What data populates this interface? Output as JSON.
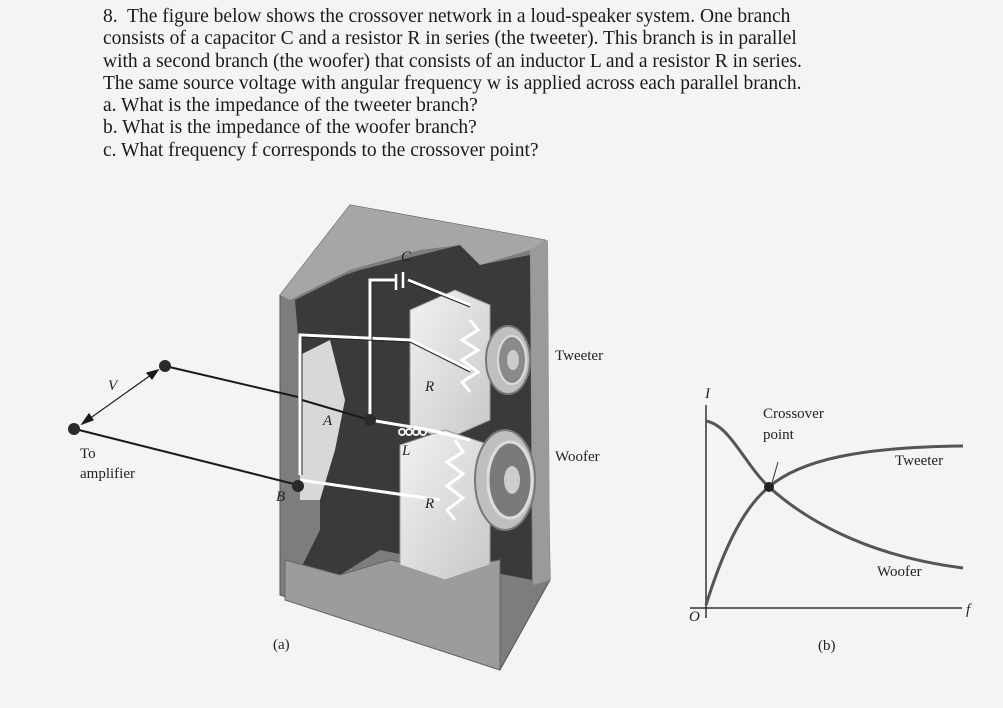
{
  "problem": {
    "number": "8.",
    "lines": [
      "The figure below shows the crossover network in a loud-speaker system.  One branch",
      "consists of a capacitor C and a resistor R in series (the tweeter).  This branch is in parallel",
      "with a second branch (the woofer) that consists of an inductor L and a resistor R in series.",
      "The same source voltage with angular frequency w is applied across each parallel branch."
    ],
    "questions": [
      "a.  What is the impedance of the tweeter branch?",
      "b. What is the impedance of the woofer branch?",
      "c.  What frequency f corresponds to the crossover point?"
    ]
  },
  "figure_a": {
    "caption": "(a)",
    "labels": {
      "voltage": "V",
      "to": "To",
      "amplifier": "amplifier",
      "node_a": "A",
      "node_b": "B",
      "capacitor": "C",
      "resistor_top": "R",
      "inductor": "L",
      "resistor_bottom": "R",
      "tweeter": "Tweeter",
      "woofer": "Woofer"
    }
  },
  "figure_b": {
    "caption": "(b)",
    "y_axis": "I",
    "x_axis": "f",
    "origin": "O",
    "annotation_line1": "Crossover",
    "annotation_line2": "point",
    "tweeter_label": "Tweeter",
    "woofer_label": "Woofer"
  },
  "chart_data": {
    "type": "line",
    "title": "",
    "xlabel": "f",
    "ylabel": "I",
    "series": [
      {
        "name": "Tweeter",
        "x": [
          0,
          0.1,
          0.2,
          0.3,
          0.5,
          0.7,
          1.0
        ],
        "values": [
          0,
          0.45,
          0.62,
          0.72,
          0.8,
          0.84,
          0.85
        ]
      },
      {
        "name": "Woofer",
        "x": [
          0,
          0.1,
          0.2,
          0.3,
          0.5,
          0.7,
          1.0
        ],
        "values": [
          0.9,
          0.8,
          0.63,
          0.52,
          0.38,
          0.28,
          0.2
        ]
      }
    ],
    "annotations": [
      {
        "text": "Crossover point",
        "x": 0.2,
        "y": 0.63
      }
    ],
    "grid": false,
    "legend": "inline labels"
  }
}
